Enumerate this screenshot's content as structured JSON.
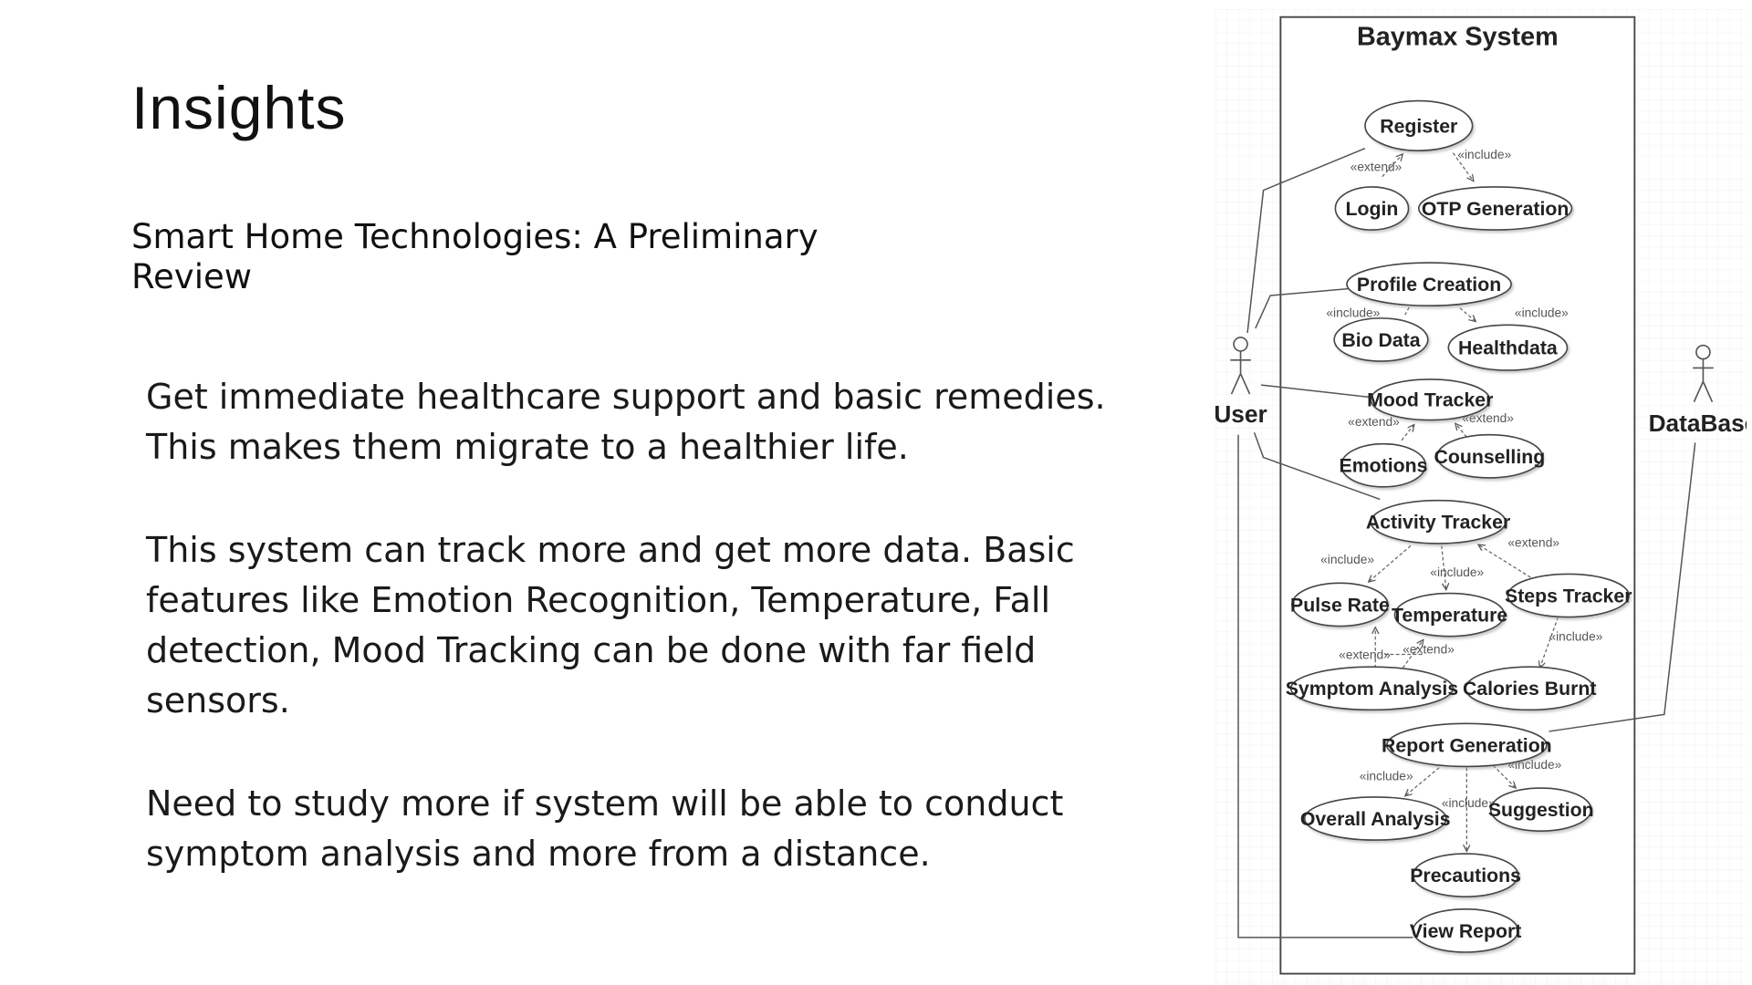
{
  "slide": {
    "heading": "Insights",
    "subtitle": "Smart Home Technologies: A Preliminary Review",
    "paragraphs": [
      "Get immediate healthcare support and basic remedies. This makes them migrate to a healthier life.",
      "This system can track more and get more data. Basic features like Emotion Recognition, Temperature, Fall detection, Mood Tracking can be done with far field sensors.",
      "Need to study more if system will be able to conduct symptom analysis and more from a distance."
    ]
  },
  "diagram": {
    "system_title": "Baymax System",
    "actors": {
      "user": "User",
      "database": "DataBase"
    },
    "stereotypes": {
      "include": "«include»",
      "extend": "«extend»"
    },
    "use_cases": {
      "register": "Register",
      "login": "Login",
      "otp_generation": "OTP Generation",
      "profile_creation": "Profile Creation",
      "bio_data": "Bio Data",
      "healthdata": "Healthdata",
      "mood_tracker": "Mood Tracker",
      "emotions": "Emotions",
      "counselling": "Counselling",
      "activity_tracker": "Activity Tracker",
      "pulse_rate": "Pulse Rate",
      "temperature": "Temperature",
      "steps_tracker": "Steps Tracker",
      "symptom_analysis": "Symptom Analysis",
      "calories_burnt": "Calories Burnt",
      "report_generation": "Report Generation",
      "overall_analysis": "Overall Analysis",
      "suggestion": "Suggestion",
      "precautions": "Precautions",
      "view_report": "View Report"
    }
  }
}
